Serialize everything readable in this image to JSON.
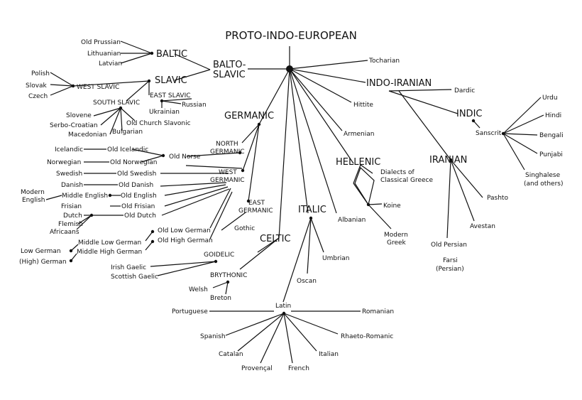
{
  "title": "PROTO-INDO-EUROPEAN",
  "groups": {
    "baltic": "BALTIC",
    "slavic": "SLAVIC",
    "balto_slavic_1": "BALTO-",
    "balto_slavic_2": "SLAVIC",
    "west_slavic": "WEST SLAVIC",
    "east_slavic": "EAST SLAVIC",
    "south_slavic": "SOUTH SLAVIC",
    "germanic": "GERMANIC",
    "north_germanic_1": "NORTH",
    "north_germanic_2": "GERMANIC",
    "west_germanic_1": "WEST",
    "west_germanic_2": "GERMANIC",
    "east_germanic_1": "EAST",
    "east_germanic_2": "GERMANIC",
    "celtic": "CELTIC",
    "goidelic": "GOIDELIC",
    "brythonic": "BRYTHONIC",
    "italic": "ITALIC",
    "hellenic": "HELLENIC",
    "indo_iranian": "INDO-IRANIAN",
    "indic": "INDIC",
    "iranian": "IRANIAN"
  },
  "languages": {
    "old_prussian": "Old Prussian",
    "lithuanian": "Lithuanian",
    "latvian": "Latvian",
    "polish": "Polish",
    "slovak": "Slovak",
    "czech": "Czech",
    "ukrainian": "Ukrainian",
    "russian": "Russian",
    "slovene": "Slovene",
    "serbo_croatian": "Serbo-Croatian",
    "macedonian": "Macedonian",
    "bulgarian": "Bulgarian",
    "old_church_slavonic": "Old Church Slavonic",
    "icelandic": "Icelandic",
    "old_icelandic": "Old Icelandic",
    "old_norse": "Old Norse",
    "norwegian": "Norwegian",
    "old_norwegian": "Old Norwegian",
    "swedish": "Swedish",
    "old_swedish": "Old Swedish",
    "danish": "Danish",
    "old_danish": "Old Danish",
    "modern_english_1": "Modern",
    "modern_english_2": "English",
    "middle_english": "Middle English",
    "old_english": "Old English",
    "frisian": "Frisian",
    "old_frisian": "Old Frisian",
    "dutch": "Dutch",
    "old_dutch": "Old Dutch",
    "flemish": "Flemish",
    "africaans": "Africaans",
    "old_low_german": "Old Low German",
    "old_high_german": "Old High German",
    "middle_low_german": "Middle Low German",
    "middle_high_german": "Middle High German",
    "low_german": "Low German",
    "high_german": "(High) German",
    "gothic": "Gothic",
    "irish_gaelic": "Irish Gaelic",
    "scottish_gaelic": "Scottish Gaelic",
    "welsh": "Welsh",
    "breton": "Breton",
    "tocharian": "Tocharian",
    "hittite": "Hittite",
    "armenian": "Armenian",
    "albanian": "Albanian",
    "dialects_1": "Dialects of",
    "dialects_2": "Classical Greece",
    "koine": "Koine",
    "modern_greek_1": "Modern",
    "modern_greek_2": "Greek",
    "umbrian": "Umbrian",
    "oscan": "Oscan",
    "latin": "Latin",
    "portuguese": "Portuguese",
    "romanian": "Romanian",
    "spanish": "Spanish",
    "catalan": "Catalan",
    "provencal": "Provençal",
    "french": "French",
    "italian": "Italian",
    "rhaeto_romanic": "Rhaeto-Romanic",
    "dardic": "Dardic",
    "sanscrit": "Sanscrit",
    "urdu": "Urdu",
    "hindi": "Hindi",
    "bengali": "Bengali",
    "punjabi": "Punjabi",
    "singhalese_1": "Singhalese",
    "singhalese_2": "(and others)",
    "pashto": "Pashto",
    "avestan": "Avestan",
    "old_persian": "Old Persian",
    "farsi_1": "Farsi",
    "farsi_2": "(Persian)"
  }
}
